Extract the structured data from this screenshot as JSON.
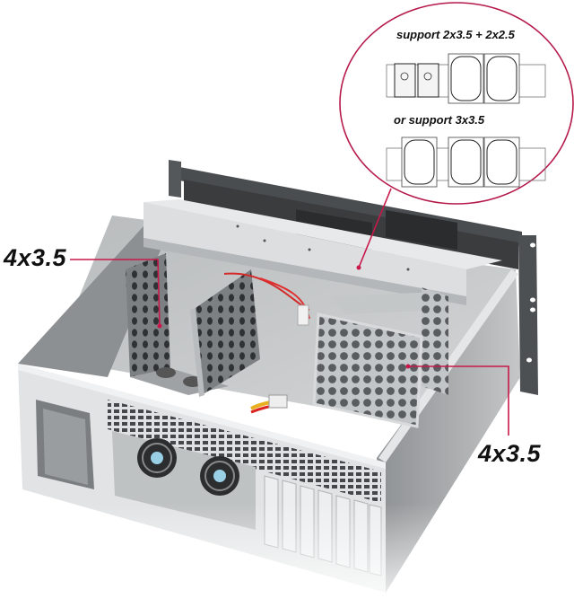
{
  "product": {
    "subject": "4U rack-mount server chassis, open top, front bezel removed",
    "colors": {
      "accent_callout": "#c8184a",
      "chassis_silver": "#c9cccd",
      "chassis_dark": "#4a4d50",
      "background": "#ffffff"
    }
  },
  "callouts": {
    "left_bay": {
      "label": "4x3.5"
    },
    "right_bay": {
      "label": "4x3.5"
    },
    "zoom_circle": {
      "top_label": "support 2x3.5 + 2x2.5",
      "bottom_label": "or support 3x3.5",
      "top_config": [
        "2.5-drive",
        "2.5-drive",
        "3.5-drive",
        "3.5-drive"
      ],
      "bottom_config": [
        "3.5-drive",
        "3.5-drive",
        "3.5-drive"
      ]
    }
  },
  "features": {
    "rear_fans": 2,
    "expansion_slots": 7,
    "internal_fan_wall_fans": 3
  }
}
